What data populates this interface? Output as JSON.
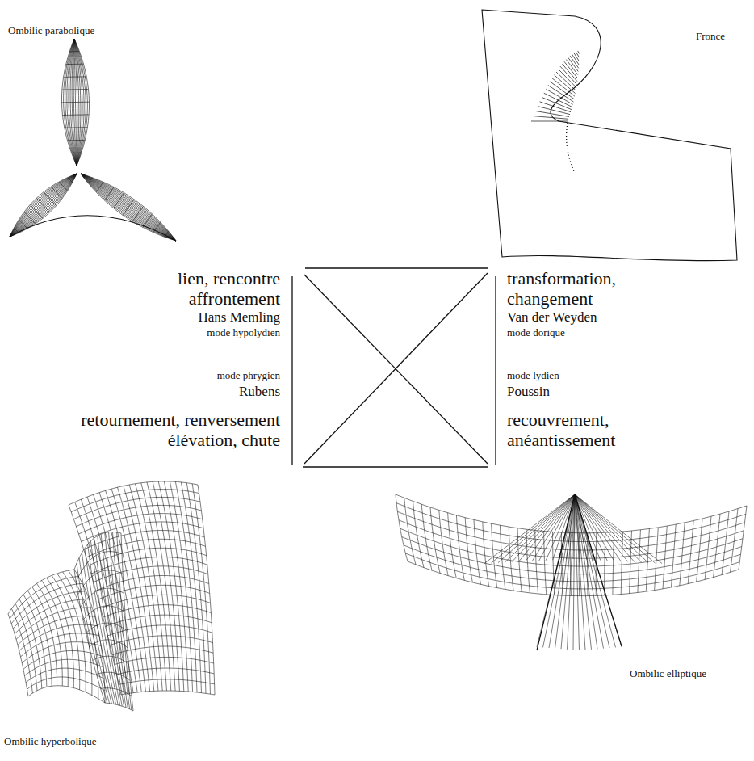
{
  "diagram": {
    "labels": [
      "Ombilic parabolique",
      "Fronce",
      "lien, rencontre affrontement",
      "Hans Memling",
      "mode hypolydien",
      "transformation, changement",
      "Van der Weyden",
      "mode dorique",
      "mode phrygien",
      "Rubens",
      "retournement, renversement élévation, chute",
      "mode lydien",
      "Poussin",
      "recouvrement, anéantissement",
      "Ombilic elliptique",
      "Ombilic hyperbolique"
    ]
  }
}
